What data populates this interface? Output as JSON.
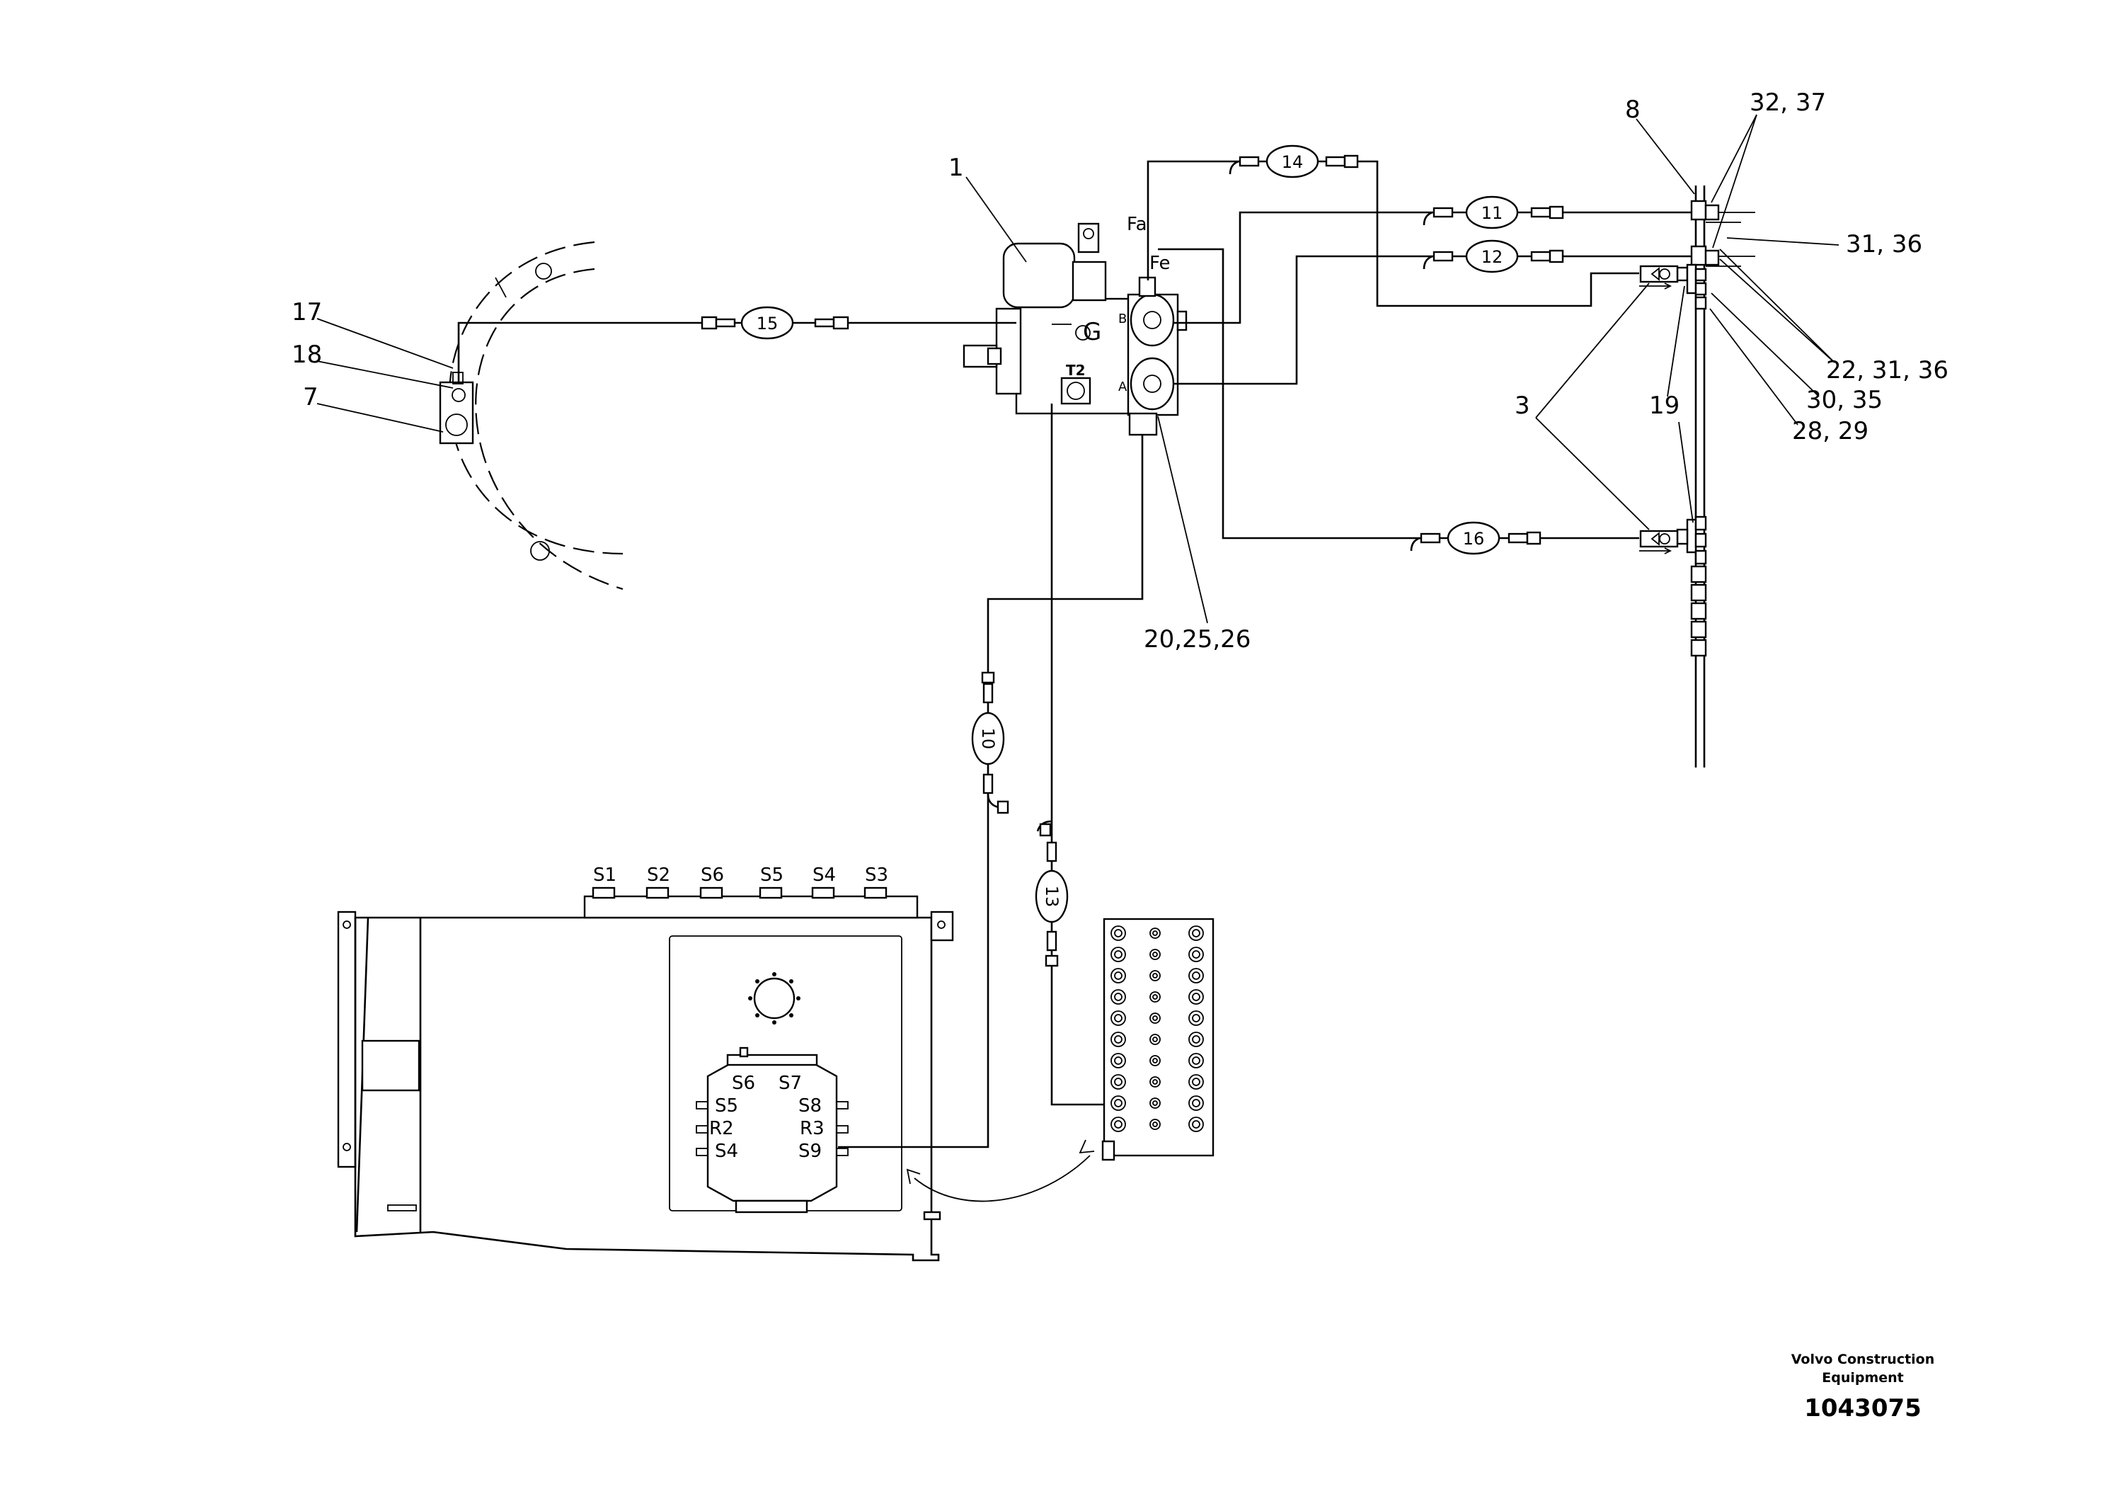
{
  "drawing": {
    "callouts": {
      "c1": "1",
      "c3": "3",
      "c7": "7",
      "c8": "8",
      "c17": "17",
      "c18": "18",
      "c19": "19",
      "c20_25_26": "20,25,26",
      "c22_31_36": "22, 31, 36",
      "c28_29": "28, 29",
      "c30_35": "30, 35",
      "c31_36": "31, 36",
      "c32_37": "32, 37"
    },
    "hoses": {
      "h10": "10",
      "h11": "11",
      "h12": "12",
      "h13": "13",
      "h14": "14",
      "h15": "15",
      "h16": "16"
    },
    "valve_ports": {
      "fa": "Fa",
      "fe": "Fe",
      "g": "G",
      "t2": "T2",
      "b": "B",
      "a": "A"
    },
    "tank_ports": [
      "S1",
      "S2",
      "S6",
      "S5",
      "S4",
      "S3"
    ],
    "manifold_ports": {
      "s6": "S6",
      "s7": "S7",
      "s5": "S5",
      "s8": "S8",
      "r2": "R2",
      "r3": "R3",
      "s4": "S4",
      "s9": "S9"
    }
  },
  "footer": {
    "company_line1": "Volvo Construction",
    "company_line2": "Equipment",
    "drawing_number": "1043075"
  }
}
